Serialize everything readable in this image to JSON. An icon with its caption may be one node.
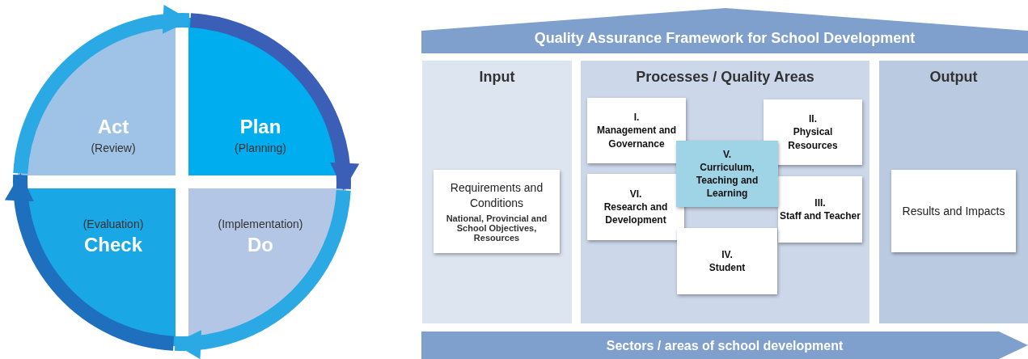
{
  "diagram": {
    "nodes": [
      {
        "text": [
          "Act",
          "(Review)"
        ]
      },
      {
        "text": [
          "Plan",
          "(Planning)"
        ]
      },
      {
        "text": [
          "(Evaluation)",
          "Check"
        ]
      },
      {
        "text": [
          "(Implementation)",
          "Do"
        ]
      },
      {
        "text": [
          "Quality Assurance Framework for School Development"
        ]
      },
      {
        "text": [
          "Input"
        ]
      },
      {
        "text": [
          "Requirements and Conditions",
          "National, Provincial and School Objectives, Resources"
        ],
        "in": 5
      },
      {
        "text": [
          "Processes / Quality Areas"
        ]
      },
      {
        "text": [
          "I.",
          "Management and Governance"
        ],
        "in": 7
      },
      {
        "text": [
          "II.",
          "Physical Resources"
        ],
        "in": 7
      },
      {
        "text": [
          "V.",
          "Curriculum, Teaching and Learning"
        ],
        "in": 7
      },
      {
        "text": [
          "VI.",
          "Research and Development"
        ],
        "in": 7
      },
      {
        "text": [
          "III.",
          "Staff and Teacher"
        ],
        "in": 7
      },
      {
        "text": [
          "IV.",
          "Student"
        ],
        "in": 7
      },
      {
        "text": [
          "Output"
        ]
      },
      {
        "text": [
          "Results and Impacts"
        ],
        "in": 14
      },
      {
        "text": [
          "Sectors / areas of school development"
        ]
      }
    ],
    "edges": [
      {
        "from": 0,
        "to": 1,
        "arrow": "to"
      },
      {
        "from": 1,
        "to": 3,
        "arrow": "to",
        "color": "#3b5fb6"
      },
      {
        "from": 3,
        "to": 2,
        "arrow": "to"
      },
      {
        "from": 2,
        "to": 0,
        "arrow": "to",
        "color": "#1f6fbf"
      }
    ]
  }
}
